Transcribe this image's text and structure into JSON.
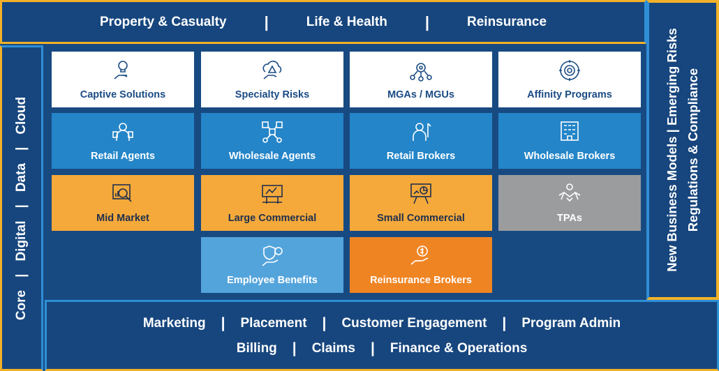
{
  "lines_of_business": [
    "Property & Casualty",
    "Life & Health",
    "Reinsurance"
  ],
  "separator": "|",
  "tech_stack": [
    "Core",
    "Digital",
    "Data",
    "Cloud"
  ],
  "right_panel": {
    "line1": "New Business Models | Emerging Risks",
    "line2": "Regulations & Compliance"
  },
  "segments": {
    "captive": "Captive Solutions",
    "specialty": "Specialty Risks",
    "mgas": "MGAs / MGUs",
    "affinity": "Affinity Programs",
    "retail_agents": "Retail Agents",
    "wholesale_agents": "Wholesale Agents",
    "retail_brokers": "Retail Brokers",
    "wholesale_brokers": "Wholesale Brokers",
    "mid_market": "Mid Market",
    "large_commercial": "Large Commercial",
    "small_commercial": "Small Commercial",
    "tpas": "TPAs",
    "employee_benefits": "Employee Benefits",
    "reinsurance_brokers": "Reinsurance Brokers"
  },
  "functions_row1": [
    "Marketing",
    "Placement",
    "Customer Engagement",
    "Program Admin"
  ],
  "functions_row2": [
    "Billing",
    "Claims",
    "Finance & Operations"
  ],
  "colors": {
    "navy": "#17467e",
    "gold_border": "#f2b128",
    "blue_border": "#2e8fd6",
    "tile_blue": "#2485c8",
    "tile_orange": "#f4a93a",
    "tile_gray": "#9b9c9e",
    "tile_light_blue": "#54a4dc",
    "tile_dark_orange": "#ef8423"
  }
}
